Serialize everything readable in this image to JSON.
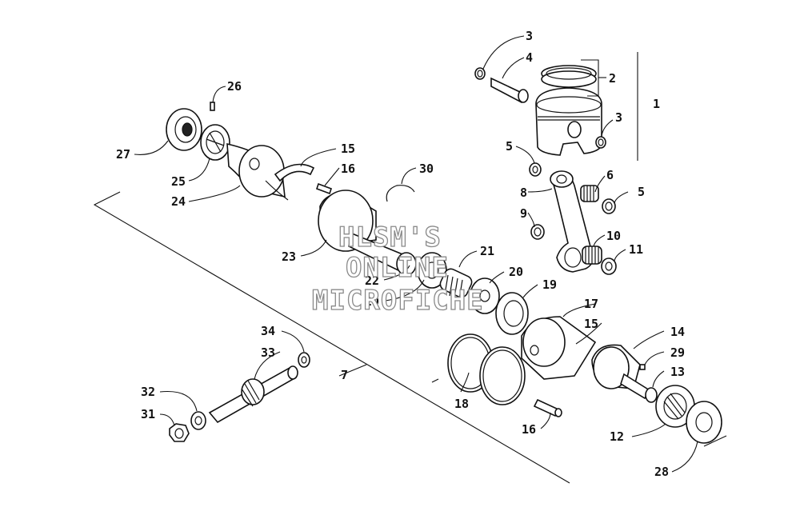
{
  "watermark": {
    "line1": "HLSM'S",
    "line2": "ONLINE",
    "line3": "MICROFICHE"
  },
  "callouts": [
    {
      "id": "c-3a",
      "text": "3"
    },
    {
      "id": "c-4",
      "text": "4"
    },
    {
      "id": "c-2",
      "text": "2"
    },
    {
      "id": "c-1",
      "text": "1"
    },
    {
      "id": "c-3b",
      "text": "3"
    },
    {
      "id": "c-5a",
      "text": "5"
    },
    {
      "id": "c-6",
      "text": "6"
    },
    {
      "id": "c-5b",
      "text": "5"
    },
    {
      "id": "c-8",
      "text": "8"
    },
    {
      "id": "c-9",
      "text": "9"
    },
    {
      "id": "c-10",
      "text": "10"
    },
    {
      "id": "c-11",
      "text": "11"
    },
    {
      "id": "c-26",
      "text": "26"
    },
    {
      "id": "c-27",
      "text": "27"
    },
    {
      "id": "c-25",
      "text": "25"
    },
    {
      "id": "c-24",
      "text": "24"
    },
    {
      "id": "c-15a",
      "text": "15"
    },
    {
      "id": "c-16a",
      "text": "16"
    },
    {
      "id": "c-30",
      "text": "30"
    },
    {
      "id": "c-23",
      "text": "23"
    },
    {
      "id": "c-22",
      "text": "22"
    },
    {
      "id": "c-21",
      "text": "21"
    },
    {
      "id": "c-20a",
      "text": "20"
    },
    {
      "id": "c-20b",
      "text": "20"
    },
    {
      "id": "c-19",
      "text": "19"
    },
    {
      "id": "c-17",
      "text": "17"
    },
    {
      "id": "c-15b",
      "text": "15"
    },
    {
      "id": "c-14",
      "text": "14"
    },
    {
      "id": "c-29",
      "text": "29"
    },
    {
      "id": "c-13",
      "text": "13"
    },
    {
      "id": "c-18",
      "text": "18"
    },
    {
      "id": "c-16b",
      "text": "16"
    },
    {
      "id": "c-12",
      "text": "12"
    },
    {
      "id": "c-28",
      "text": "28"
    },
    {
      "id": "c-7",
      "text": "7"
    },
    {
      "id": "c-34",
      "text": "34"
    },
    {
      "id": "c-33",
      "text": "33"
    },
    {
      "id": "c-32",
      "text": "32"
    },
    {
      "id": "c-31",
      "text": "31"
    }
  ]
}
